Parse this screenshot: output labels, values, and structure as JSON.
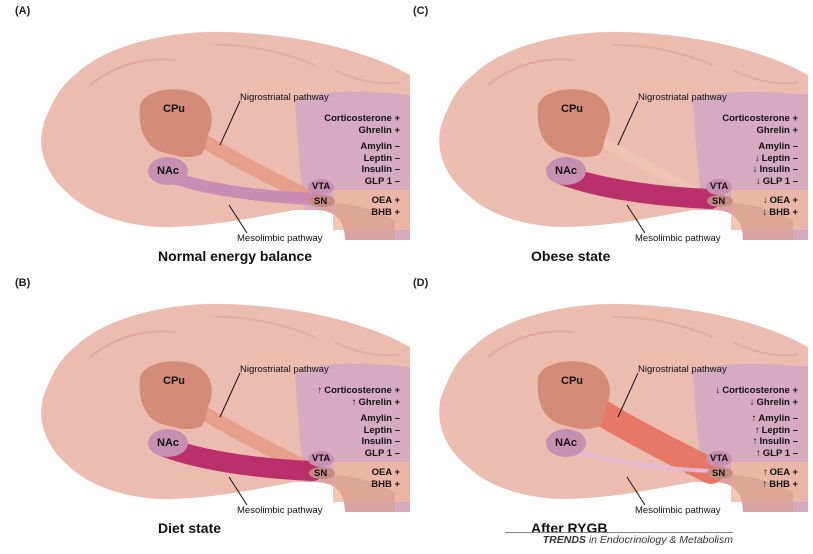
{
  "panels": [
    {
      "label": "(A)",
      "caption": "Normal energy balance",
      "nigro_label": "Nigrostriatal pathway",
      "meso_label": "Mesolimbic pathway",
      "regions": {
        "cpu": "CPu",
        "nac": "NAc",
        "vta": "VTA",
        "sn": "SN"
      },
      "hormones": [
        {
          "arrow": "",
          "text": "Corticosterone +"
        },
        {
          "arrow": "",
          "text": "Ghrelin +"
        },
        {
          "arrow": "",
          "text": "Amylin –"
        },
        {
          "arrow": "",
          "text": "Leptin –"
        },
        {
          "arrow": "",
          "text": "Insulin –"
        },
        {
          "arrow": "",
          "text": "GLP 1 –"
        }
      ],
      "bottom": [
        {
          "arrow": "",
          "text": "OEA +"
        },
        {
          "arrow": "",
          "text": "BHB +"
        }
      ],
      "nigro_intensity": "medium",
      "meso_intensity": "medium"
    },
    {
      "label": "(C)",
      "caption": "Obese state",
      "nigro_label": "Nigrostriatal pathway",
      "meso_label": "Mesolimbic pathway",
      "regions": {
        "cpu": "CPu",
        "nac": "NAc",
        "vta": "VTA",
        "sn": "SN"
      },
      "hormones": [
        {
          "arrow": "",
          "text": "Corticosterone +"
        },
        {
          "arrow": "",
          "text": "Ghrelin +"
        },
        {
          "arrow": "",
          "text": "Amylin –"
        },
        {
          "arrow": "↓",
          "text": "Leptin –"
        },
        {
          "arrow": "↓",
          "text": "Insulin –"
        },
        {
          "arrow": "↓",
          "text": "GLP 1 –"
        }
      ],
      "bottom": [
        {
          "arrow": "↓",
          "text": "OEA +"
        },
        {
          "arrow": "↓",
          "text": "BHB +"
        }
      ],
      "nigro_intensity": "weak",
      "meso_intensity": "strong"
    },
    {
      "label": "(B)",
      "caption": "Diet state",
      "nigro_label": "Nigrostriatal pathway",
      "meso_label": "Mesolimbic pathway",
      "regions": {
        "cpu": "CPu",
        "nac": "NAc",
        "vta": "VTA",
        "sn": "SN"
      },
      "hormones": [
        {
          "arrow": "↑",
          "text": "Corticosterone +"
        },
        {
          "arrow": "↑",
          "text": "Ghrelin +"
        },
        {
          "arrow": "",
          "text": "Amylin –"
        },
        {
          "arrow": "",
          "text": "Leptin –"
        },
        {
          "arrow": "",
          "text": "Insulin –"
        },
        {
          "arrow": "",
          "text": "GLP 1 –"
        }
      ],
      "bottom": [
        {
          "arrow": "",
          "text": "OEA +"
        },
        {
          "arrow": "",
          "text": "BHB +"
        }
      ],
      "nigro_intensity": "medium",
      "meso_intensity": "strong"
    },
    {
      "label": "(D)",
      "caption": "After RYGB",
      "nigro_label": "Nigrostriatal pathway",
      "meso_label": "Mesolimbic pathway",
      "regions": {
        "cpu": "CPu",
        "nac": "NAc",
        "vta": "VTA",
        "sn": "SN"
      },
      "hormones": [
        {
          "arrow": "↓",
          "text": "Corticosterone +"
        },
        {
          "arrow": "↓",
          "text": "Ghrelin +"
        },
        {
          "arrow": "↑",
          "text": "Amylin –"
        },
        {
          "arrow": "↑",
          "text": "Leptin –"
        },
        {
          "arrow": "↑",
          "text": "Insulin –"
        },
        {
          "arrow": "↑",
          "text": "GLP 1 –"
        }
      ],
      "bottom": [
        {
          "arrow": "↑",
          "text": "OEA +"
        },
        {
          "arrow": "↑",
          "text": "BHB +"
        }
      ],
      "nigro_intensity": "strong",
      "meso_intensity": "weak"
    }
  ],
  "footer": {
    "journal": "TRENDS",
    "rest": " in Endocrinology & Metabolism"
  },
  "colors": {
    "brain": "#ecbcb1",
    "brain_dark": "#d89f93",
    "cpu": "#d48b78",
    "nac": "#c78fb0",
    "hormone_zone": "#cfa6c6",
    "nigro_weak": "#f0c4b6",
    "nigro_medium": "#e79a86",
    "nigro_strong": "#e8705e",
    "meso_weak": "#e6b8d8",
    "meso_medium": "#c989b4",
    "meso_strong": "#b62866"
  }
}
